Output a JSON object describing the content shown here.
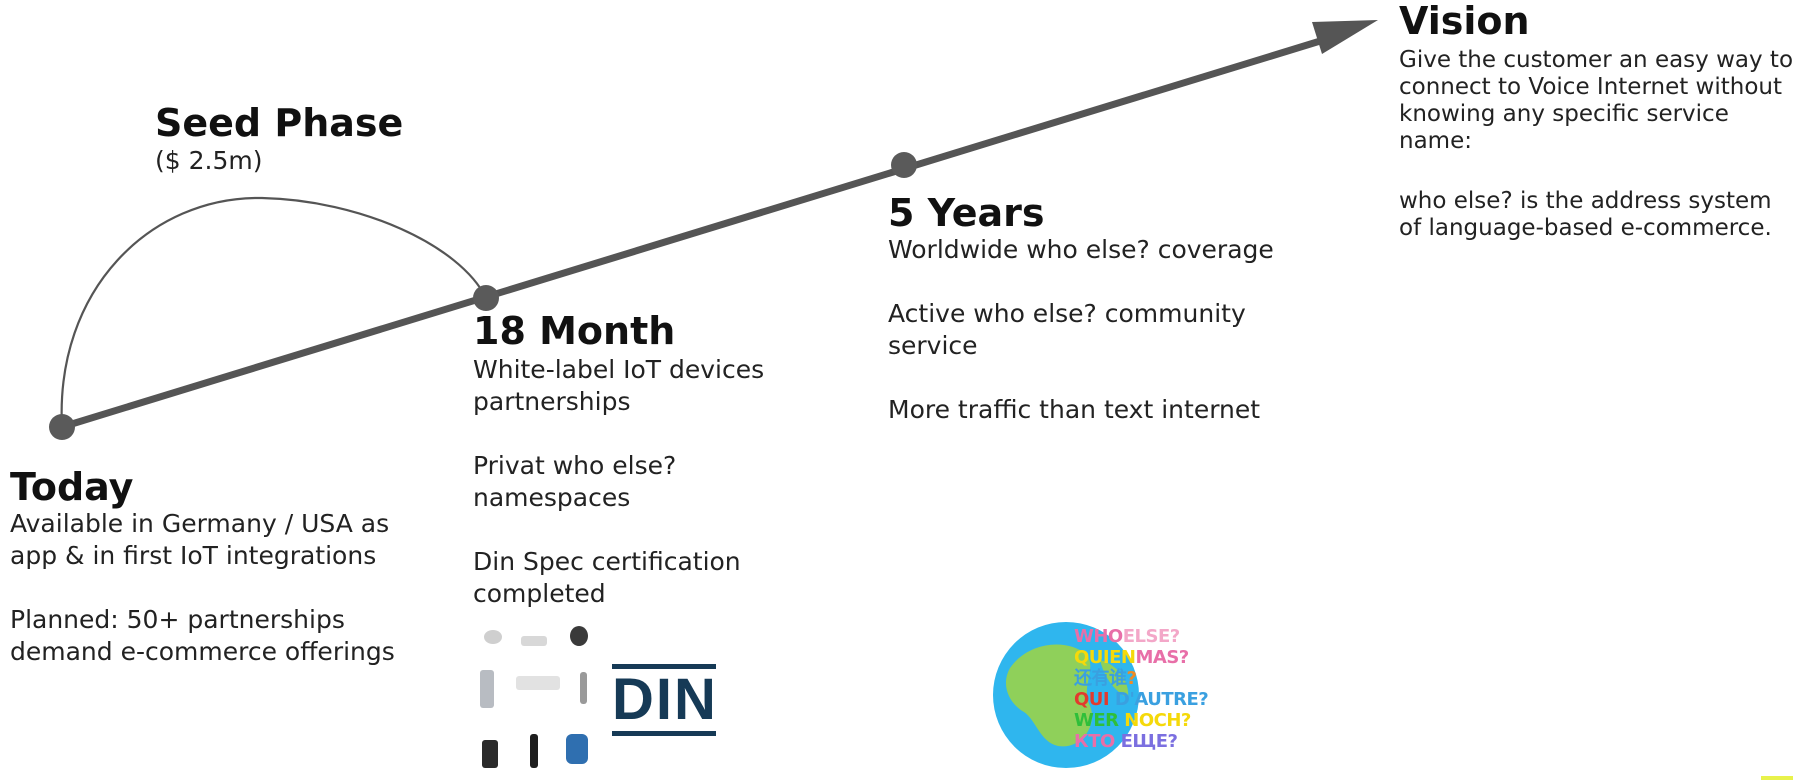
{
  "stages": {
    "seed": {
      "title": "Seed Phase",
      "note": "($ 2.5m)"
    },
    "today": {
      "title": "Today",
      "line1": "Available in Germany / USA as\napp & in first IoT integrations",
      "line2": "Planned: 50+ partnerships\ndemand e-commerce offerings"
    },
    "month18": {
      "title": "18 Month",
      "line1": "White-label IoT devices\npartnerships",
      "line2": "Privat who else?\nnamespaces",
      "line3": "Din Spec certification\ncompleted"
    },
    "years5": {
      "title": "5 Years",
      "line1": "Worldwide who else? coverage",
      "line2": "Active who else? community\nservice",
      "line3": "More traffic than text internet"
    },
    "vision": {
      "title": "Vision",
      "line1": "Give the customer an easy way to\nconnect to Voice Internet without\nknowing any specific service\nname:",
      "line2": "who else? is the address system\nof language-based e-commerce."
    }
  },
  "logos": {
    "din": "DIN",
    "globe_lines": [
      {
        "a": "WHO",
        "b": "ELSE?",
        "ca": "#e86fa8",
        "cb": "#f3a7c8"
      },
      {
        "a": "QUIEN",
        "b": "MAS?",
        "ca": "#f5d90a",
        "cb": "#e86fa8"
      },
      {
        "a": "还有谁",
        "b": "?",
        "ca": "#3aa0e0",
        "cb": "#f08a24"
      },
      {
        "a": "QUI",
        "b": " D'AUTRE?",
        "ca": "#e23a2e",
        "cb": "#3aa0e0"
      },
      {
        "a": "WER",
        "b": " NOCH?",
        "ca": "#2fbf3a",
        "cb": "#f5d90a"
      },
      {
        "a": "КТО",
        "b": " ЕЩЕ?",
        "ca": "#e86fa8",
        "cb": "#7b6fe0"
      }
    ]
  },
  "colors": {
    "timeline": "#555555",
    "din": "#163a56",
    "globe_ocean": "#2fb6ee",
    "globe_land": "#8fd05a"
  },
  "icons": [
    "arrow-head-icon",
    "milestone-dot-icon",
    "iot-device-icon",
    "din-logo-icon",
    "globe-logo-icon"
  ]
}
